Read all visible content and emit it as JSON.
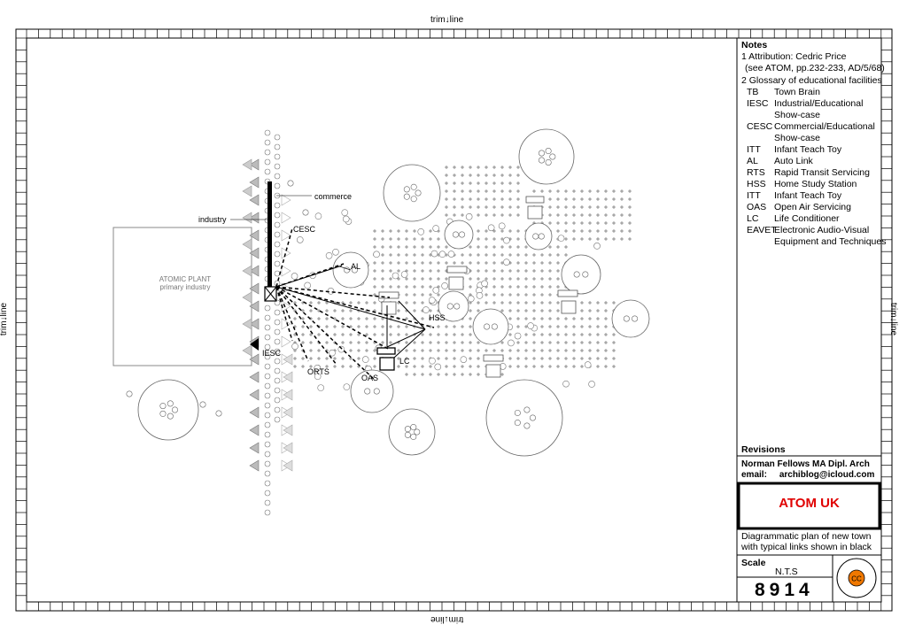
{
  "trim": {
    "label_left": "trim",
    "label_right": "line",
    "arrow": "↓"
  },
  "notes": {
    "title": "Notes",
    "items": [
      "1 Attribution: Cedric Price",
      "  (see ATOM, pp.232-233, AD/5/68)",
      "2 Glossary of educational facilities"
    ],
    "glossary": [
      {
        "abbr": "TB",
        "def": "Town Brain"
      },
      {
        "abbr": "IESC",
        "def": "Industrial/Educational"
      },
      {
        "abbr": "",
        "def": "Show-case"
      },
      {
        "abbr": "CESC",
        "def": "Commercial/Educational"
      },
      {
        "abbr": "",
        "def": "Show-case"
      },
      {
        "abbr": "ITT",
        "def": "Infant Teach Toy"
      },
      {
        "abbr": "AL",
        "def": "Auto Link"
      },
      {
        "abbr": "RTS",
        "def": "Rapid Transit Servicing"
      },
      {
        "abbr": "HSS",
        "def": "Home Study Station"
      },
      {
        "abbr": "ITT",
        "def": "Infant Teach Toy"
      },
      {
        "abbr": "OAS",
        "def": "Open Air Servicing"
      },
      {
        "abbr": "LC",
        "def": "Life Conditioner"
      },
      {
        "abbr": "EAVET",
        "def": "Electronic Audio-Visual"
      },
      {
        "abbr": "",
        "def": "Equipment and Techniques"
      }
    ]
  },
  "revisions": {
    "title": "Revisions"
  },
  "author": {
    "name": "Norman Fellows  MA Dipl. Arch",
    "email_label": "email:",
    "email": "archiblog@icloud.com"
  },
  "project": {
    "title": "ATOM UK",
    "title_color": "#e00000"
  },
  "description": {
    "line1": "Diagrammatic plan of new  town",
    "line2": "with typical links shown in black"
  },
  "scale": {
    "label": "Scale",
    "value": "N.T.S"
  },
  "drawing_number": "8914",
  "license_badge": {
    "text": "CC",
    "color": "#f07800"
  },
  "diagram": {
    "plant_line1": "ATOMIC PLANT",
    "plant_line2": "primary industry",
    "industry": "industry",
    "commerce": "commerce",
    "cesc": "CESC",
    "al": "AL",
    "hss": "HSS",
    "iesc": "IESC",
    "orts": "ORTS",
    "oas": "OAS",
    "lc": "LC"
  }
}
